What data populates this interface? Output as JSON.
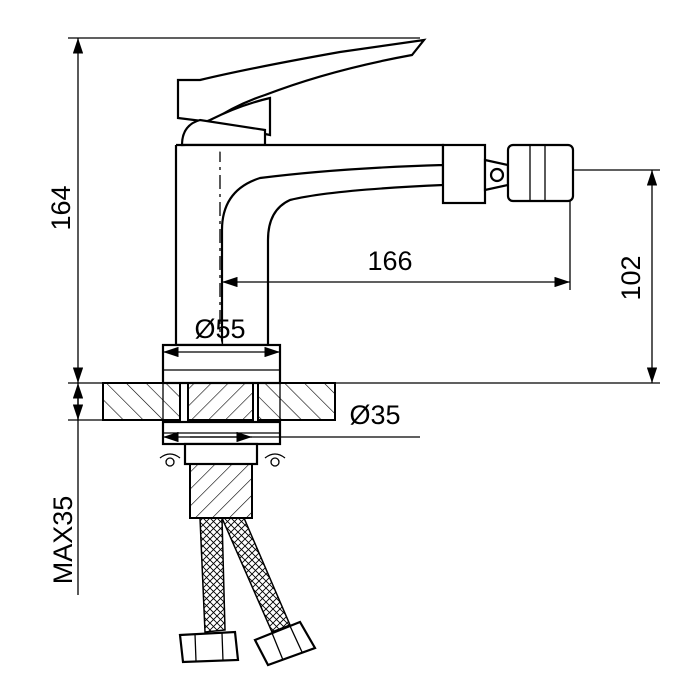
{
  "drawing": {
    "dimensions": {
      "height_total": "164",
      "spout_reach": "166",
      "spout_height": "102",
      "base_diameter": "Ø55",
      "hole_diameter": "Ø35",
      "max_counter_thickness": "MAX35"
    },
    "colors": {
      "line": "#000000",
      "background": "#ffffff"
    }
  }
}
